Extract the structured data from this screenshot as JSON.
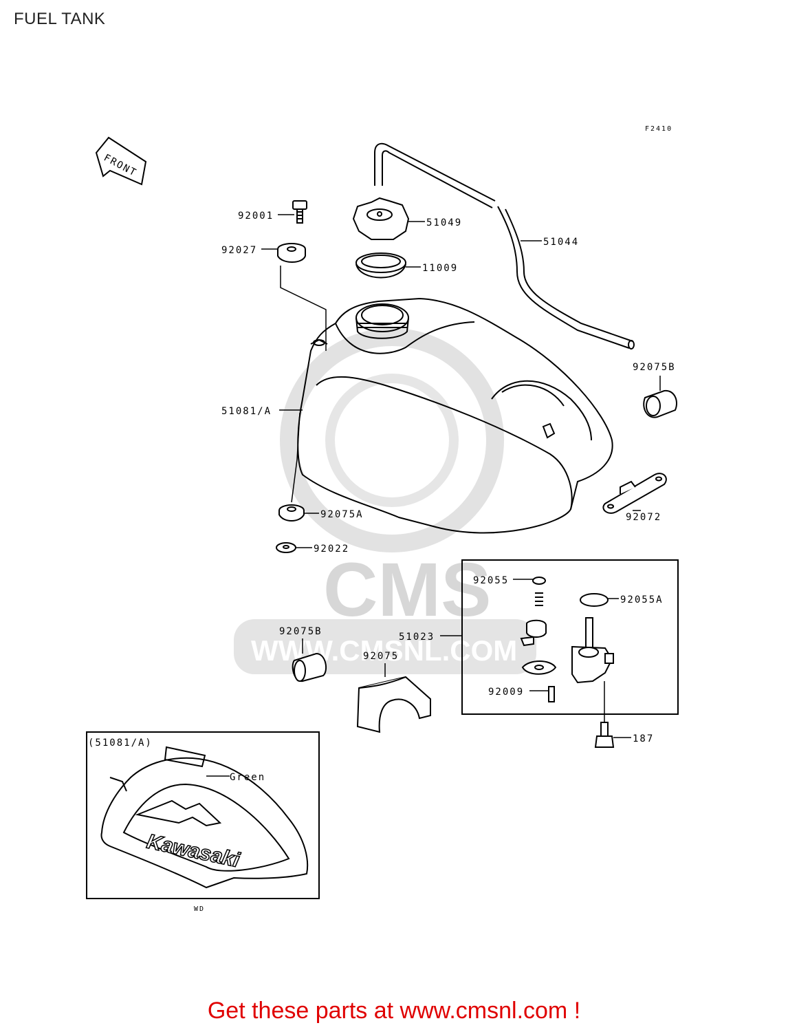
{
  "page": {
    "title": "FUEL TANK",
    "footer": "Get these parts at www.cmsnl.com !"
  },
  "diagram": {
    "figure_code": "F2410",
    "front_label": "FRONT",
    "watermark": {
      "brand": "CMS",
      "url": "WWW.CMSNL.COM"
    },
    "inset": {
      "title": "(51081/A)",
      "color_label": "Green",
      "logo_text": "Kawasaki",
      "caption": "WD"
    },
    "parts": {
      "p92001": "92001",
      "p92027": "92027",
      "p51049": "51049",
      "p11009": "11009",
      "p51044": "51044",
      "p92075B_top": "92075B",
      "p51081A": "51081/A",
      "p92075A": "92075A",
      "p92022": "92022",
      "p92072": "92072",
      "p92055": "92055",
      "p92055A": "92055A",
      "p51023": "51023",
      "p92075B_low": "92075B",
      "p92075": "92075",
      "p92009": "92009",
      "p187": "187"
    }
  },
  "colors": {
    "footer_text": "#e00000",
    "line": "#000000",
    "watermark": "#d7d7d7"
  }
}
